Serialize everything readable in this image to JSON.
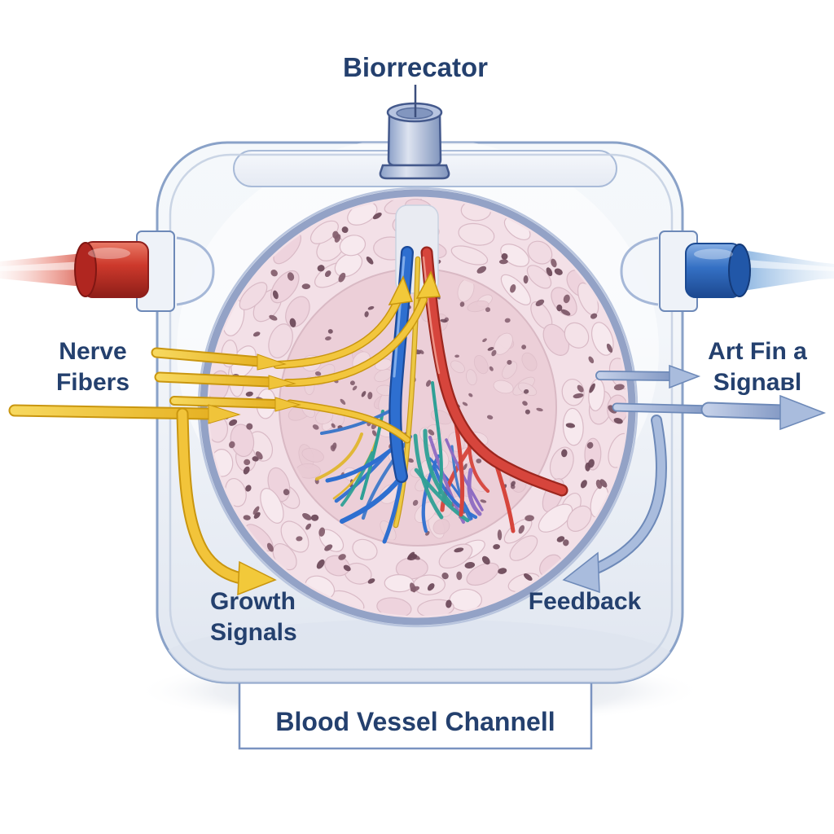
{
  "title": "Biorrecator",
  "labels": {
    "nerve_fibers": {
      "line1": "Nerve",
      "line2": "Fibers"
    },
    "afferent_signal": {
      "line1": "Art Fin a",
      "line2": "Signaвl"
    },
    "growth_signals": {
      "line1": "Growth",
      "line2": "Signals"
    },
    "feedback": "Feedback",
    "channel_box": "Blood Vessel Channell"
  },
  "palette": {
    "text": "#24406e",
    "box_border": "#7a93c0",
    "chamber_stroke": "#8aa2c8",
    "yellow": "#f2c63d",
    "yellow_dark": "#c9960f",
    "red_cap": "#c73529",
    "blue_cap": "#2f6ec4",
    "arrow_grey": "#9db1d4",
    "arrow_grey_dark": "#6d89b8",
    "tissue_ring": "#f3e0e7",
    "tissue_disc": "#eccfd8",
    "cell_stroke": "#d9bac6",
    "nucleus": "#7b5666",
    "vessel_blue": "#2e6fd0",
    "vessel_red": "#d6453c",
    "vessel_teal": "#2fa096",
    "vessel_purple": "#8e6cc2",
    "vessel_yellow": "#ecc844",
    "green_speck": "#7fae68"
  }
}
